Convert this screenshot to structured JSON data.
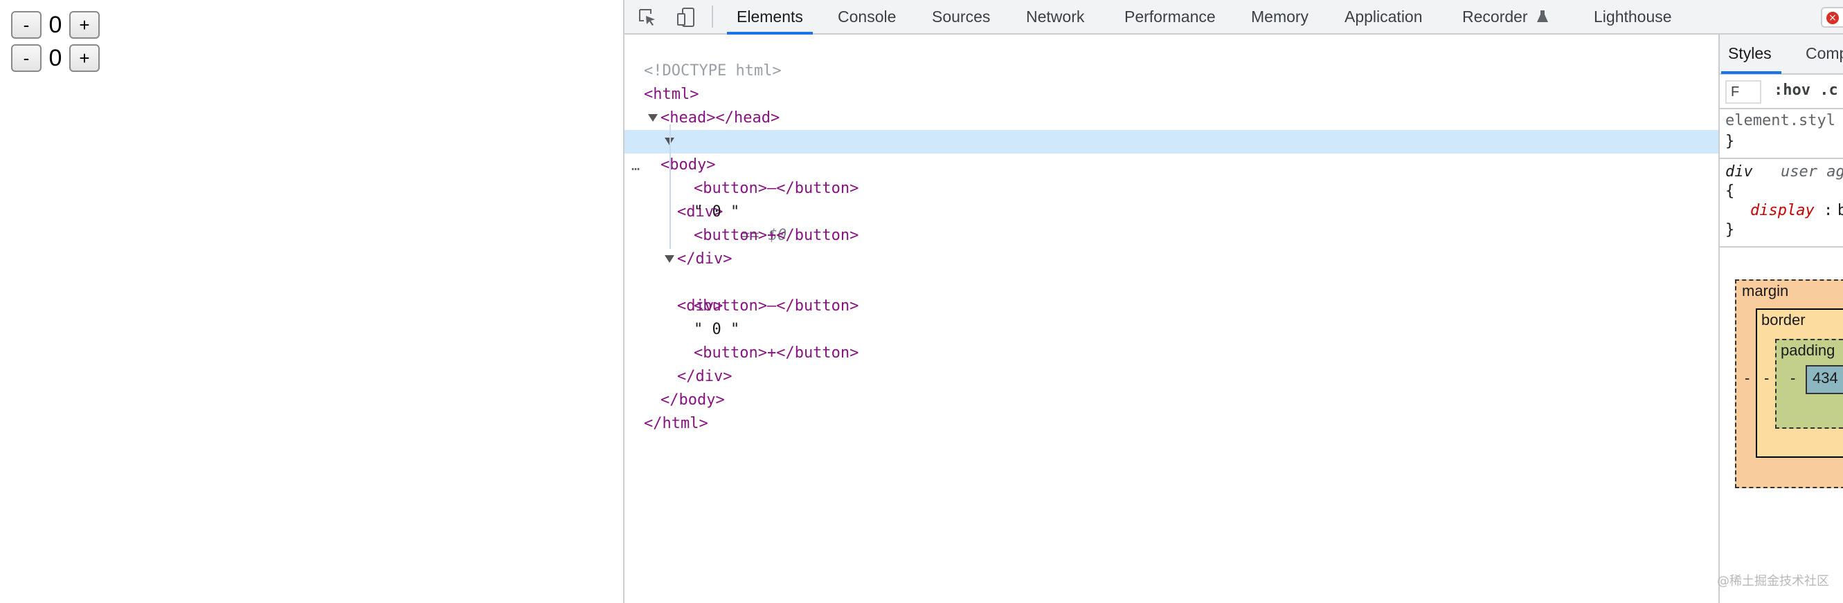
{
  "page": {
    "counters": [
      {
        "minus": "-",
        "value": "0",
        "plus": "+"
      },
      {
        "minus": "-",
        "value": "0",
        "plus": "+"
      }
    ]
  },
  "devtools": {
    "tabs": [
      "Elements",
      "Console",
      "Sources",
      "Network",
      "Performance",
      "Memory",
      "Application",
      "Recorder",
      "Lighthouse"
    ],
    "active_tab": "Elements",
    "accent_color": "#1a73e8",
    "tag_color": "#881280",
    "icons": [
      "inspect-element-icon",
      "device-toolbar-icon",
      "recorder-flask-icon",
      "error-badge-icon"
    ],
    "dom": {
      "doctype": "<!DOCTYPE html>",
      "html_open": "<html>",
      "head": "<head></head>",
      "body_open": "<body>",
      "div1_open": "<div>",
      "selected_marker": "== $0",
      "div1_button_minus": "<button>–</button>",
      "div1_text": "\" 0 \"",
      "div1_button_plus": "<button>+</button>",
      "div1_close": "</div>",
      "div2_open": "<div>",
      "div2_button_minus": "<button>–</button>",
      "div2_text": "\" 0 \"",
      "div2_button_plus": "<button>+</button>",
      "div2_close": "</div>",
      "body_close": "</body>",
      "html_close": "</html>",
      "dots": "…"
    },
    "styles_pane": {
      "tabs": [
        "Styles",
        "Comp"
      ],
      "filter_text": "F",
      "hov": ":hov .c",
      "element_style_selector": "element.styl",
      "element_style_close": "}",
      "rule_selector": "div",
      "rule_origin": "user ag",
      "rule_open": "{",
      "rule_property": "display",
      "rule_value": "b",
      "rule_close": "}",
      "box_model": {
        "margin_label": "margin",
        "border_label": "border",
        "padding_label": "padding",
        "margin_value": "-",
        "border_value": "-",
        "padding_value": "-",
        "content_value": "434"
      }
    }
  },
  "watermark": "@稀土掘金技术社区"
}
